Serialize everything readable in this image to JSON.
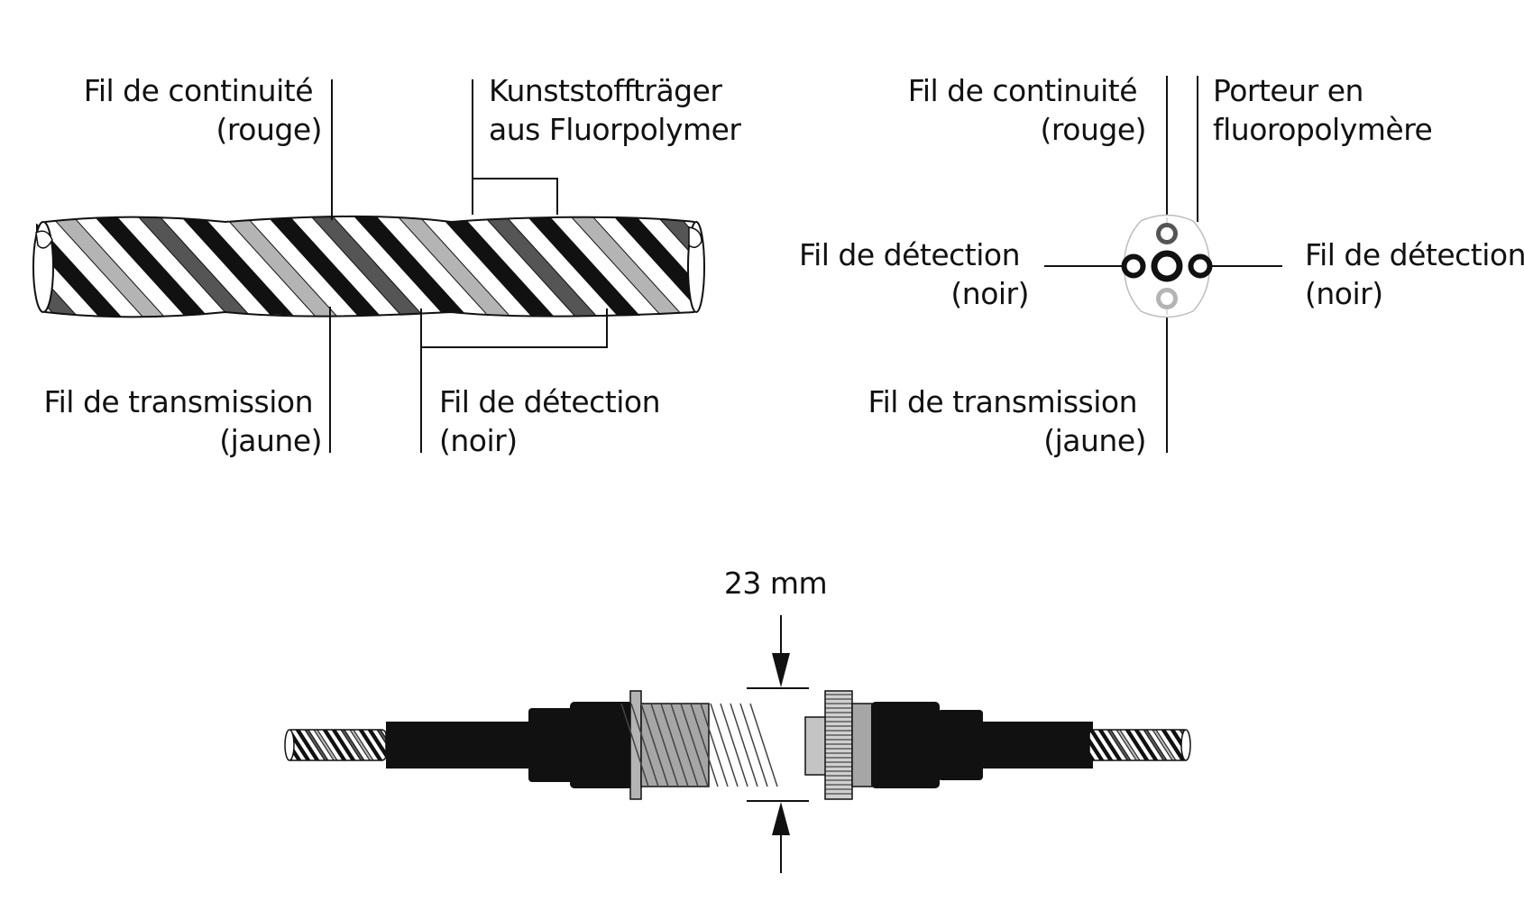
{
  "labels": {
    "side_continuity": [
      "Fil de continuité",
      "(rouge)"
    ],
    "side_carrier": [
      "Kunststoffträger",
      "aus Fluorpolymer"
    ],
    "side_transmission": [
      "Fil de transmission",
      "(jaune)"
    ],
    "side_detection": [
      "Fil de détection",
      "(noir)"
    ],
    "cross_continuity": [
      "Fil de continuité",
      "(rouge)"
    ],
    "cross_carrier": [
      "Porteur en",
      "fluoropolymère"
    ],
    "cross_detection_left": [
      "Fil de détection",
      "(noir)"
    ],
    "cross_detection_right": [
      "Fil de détection",
      "(noir)"
    ],
    "cross_transmission": [
      "Fil de transmission",
      "(jaune)"
    ],
    "dimension": "23 mm"
  },
  "colors": {
    "ink": "#111111",
    "wire_detection": "#111111",
    "wire_continuity": "#555555",
    "wire_transmission": "#b4b4b4",
    "connector_body": "#111111",
    "thread_gray": "#a6a6a6"
  }
}
